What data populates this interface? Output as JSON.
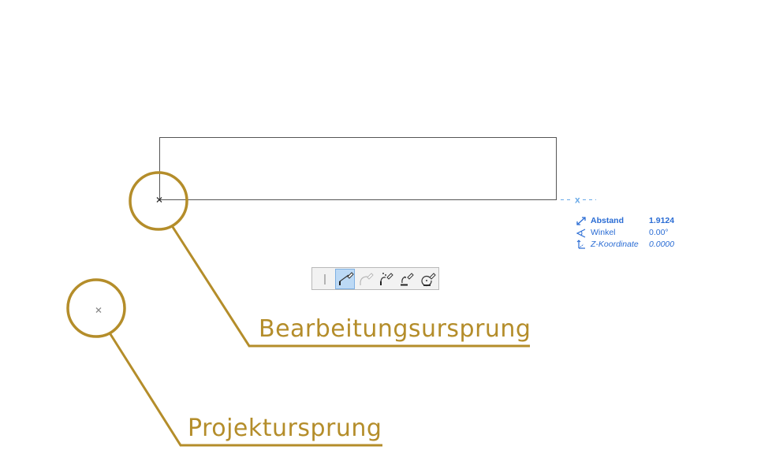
{
  "annotations": {
    "edit_origin": "Bearbeitungsursprung",
    "project_origin": "Projektursprung"
  },
  "cursor_marker": "x",
  "coordinates": {
    "distance": {
      "label": "Abstand",
      "value": "1.9124",
      "icon": "distance-icon"
    },
    "angle": {
      "label": "Winkel",
      "value": "0.00°",
      "icon": "angle-icon"
    },
    "z": {
      "label": "Z-Koordinate",
      "value": "0.0000",
      "icon": "z-coordinate-icon"
    }
  },
  "toolbar": {
    "tools": [
      {
        "name": "single-line-tool",
        "icon": "line-icon",
        "active": false
      },
      {
        "name": "polyline-tool",
        "icon": "pencil-line-icon",
        "active": true
      },
      {
        "name": "tangent-arc-tool",
        "icon": "arc-pencil-icon",
        "active": false
      },
      {
        "name": "spline-tool",
        "icon": "spline-pencil-icon",
        "active": false
      },
      {
        "name": "centerpoint-arc-tool",
        "icon": "center-arc-pencil-icon",
        "active": false
      },
      {
        "name": "circle-tool",
        "icon": "circle-pencil-icon",
        "active": false
      }
    ]
  },
  "colors": {
    "annotation": "#b48d2a",
    "drawing_line": "#555555",
    "coordinate_text": "#2a6cd4",
    "toolbar_active": "#bcd9f5"
  }
}
